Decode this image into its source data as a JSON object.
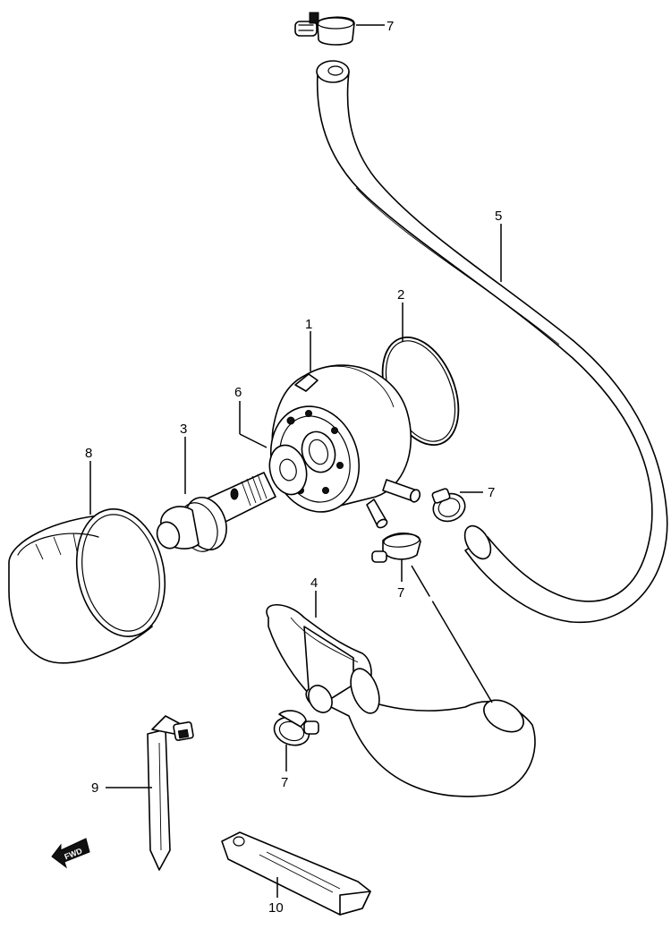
{
  "callouts": [
    {
      "id": "c7a",
      "text": "7"
    },
    {
      "id": "c5",
      "text": "5"
    },
    {
      "id": "c2",
      "text": "2"
    },
    {
      "id": "c1",
      "text": "1"
    },
    {
      "id": "c6",
      "text": "6"
    },
    {
      "id": "c3",
      "text": "3"
    },
    {
      "id": "c8",
      "text": "8"
    },
    {
      "id": "c7b",
      "text": "7"
    },
    {
      "id": "c7c",
      "text": "7"
    },
    {
      "id": "c4",
      "text": "4"
    },
    {
      "id": "c7d",
      "text": "7"
    },
    {
      "id": "c9",
      "text": "9"
    },
    {
      "id": "c10",
      "text": "10"
    }
  ],
  "fwd_marker": {
    "text": "FWD"
  }
}
